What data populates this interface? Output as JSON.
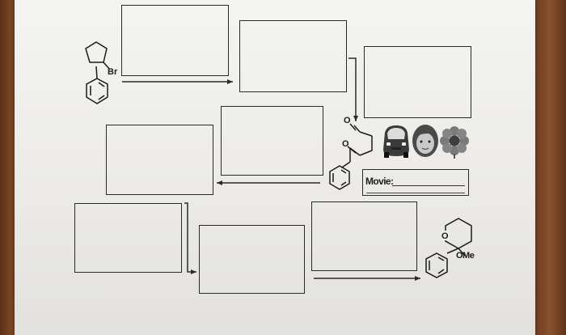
{
  "worksheet": {
    "movie_label": "Movie:",
    "start_molecule": {
      "substituent_label": "Br"
    },
    "middle_molecule": {
      "oxygen_top": "O",
      "oxygen_bottom": "O"
    },
    "end_molecule": {
      "ring_oxygen": "O",
      "substituent_label": "OMe"
    },
    "emoji_clues": [
      {
        "name": "car",
        "icon": "car-icon"
      },
      {
        "name": "woman",
        "icon": "woman-face-icon"
      },
      {
        "name": "flower",
        "icon": "flower-icon"
      }
    ]
  },
  "colors": {
    "paper": "#f2f2f0",
    "ink": "#2a2a2a",
    "table_wood": "#6b3d22",
    "car_body": "#3a3a3a",
    "flower_petal": "#7a7a7a"
  }
}
